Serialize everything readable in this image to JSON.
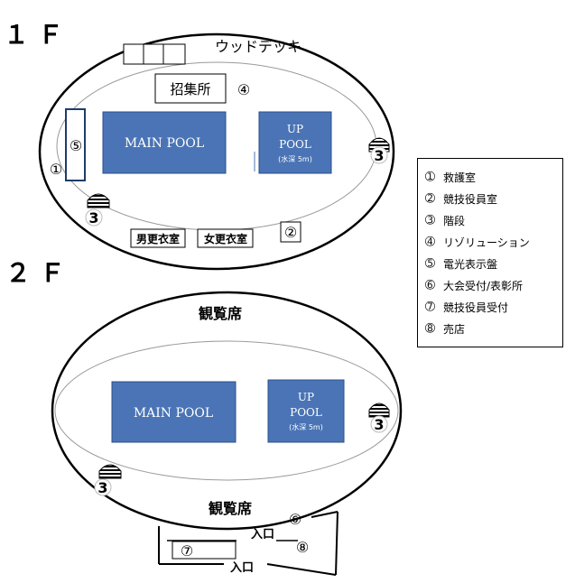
{
  "floors": {
    "f1": {
      "label": "１ Ｆ",
      "deck": "ウッドデッキ",
      "reception": "招集所",
      "reception_mark": "④",
      "display_mark": "⑤",
      "rescue_mark": "①",
      "stairs_left": "3",
      "stairs_right": "3",
      "officials_mark": "②",
      "locker_men": "男更衣室",
      "locker_women": "女更衣室"
    },
    "f2": {
      "label": "２ Ｆ",
      "stands_top": "観覧席",
      "stands_bottom": "観覧席",
      "stairs_left": "3",
      "stairs_right": "3",
      "entrance_upper": "入口",
      "entrance_lower": "入口",
      "mark_6": "⑥",
      "mark_7": "⑦",
      "mark_8": "⑧"
    }
  },
  "pools": {
    "main": "MAIN POOL",
    "up_line1": "UP",
    "up_line2": "POOL",
    "up_depth": "(水深 5m)"
  },
  "legend": [
    {
      "num": "➀",
      "label": "救護室"
    },
    {
      "num": "➁",
      "label": "競技役員室"
    },
    {
      "num": "➂",
      "label": "階段"
    },
    {
      "num": "➃",
      "label": "リゾリューション"
    },
    {
      "num": "➄",
      "label": "電光表示盤"
    },
    {
      "num": "➅",
      "label": "大会受付/表彰所"
    },
    {
      "num": "➆",
      "label": "競技役員受付"
    },
    {
      "num": "➇",
      "label": "売店"
    }
  ],
  "colors": {
    "pool": "#4a74b5",
    "pool_border": "#2b4f8a",
    "stroke": "#000000",
    "inner_oval": "#9a9a9a"
  }
}
